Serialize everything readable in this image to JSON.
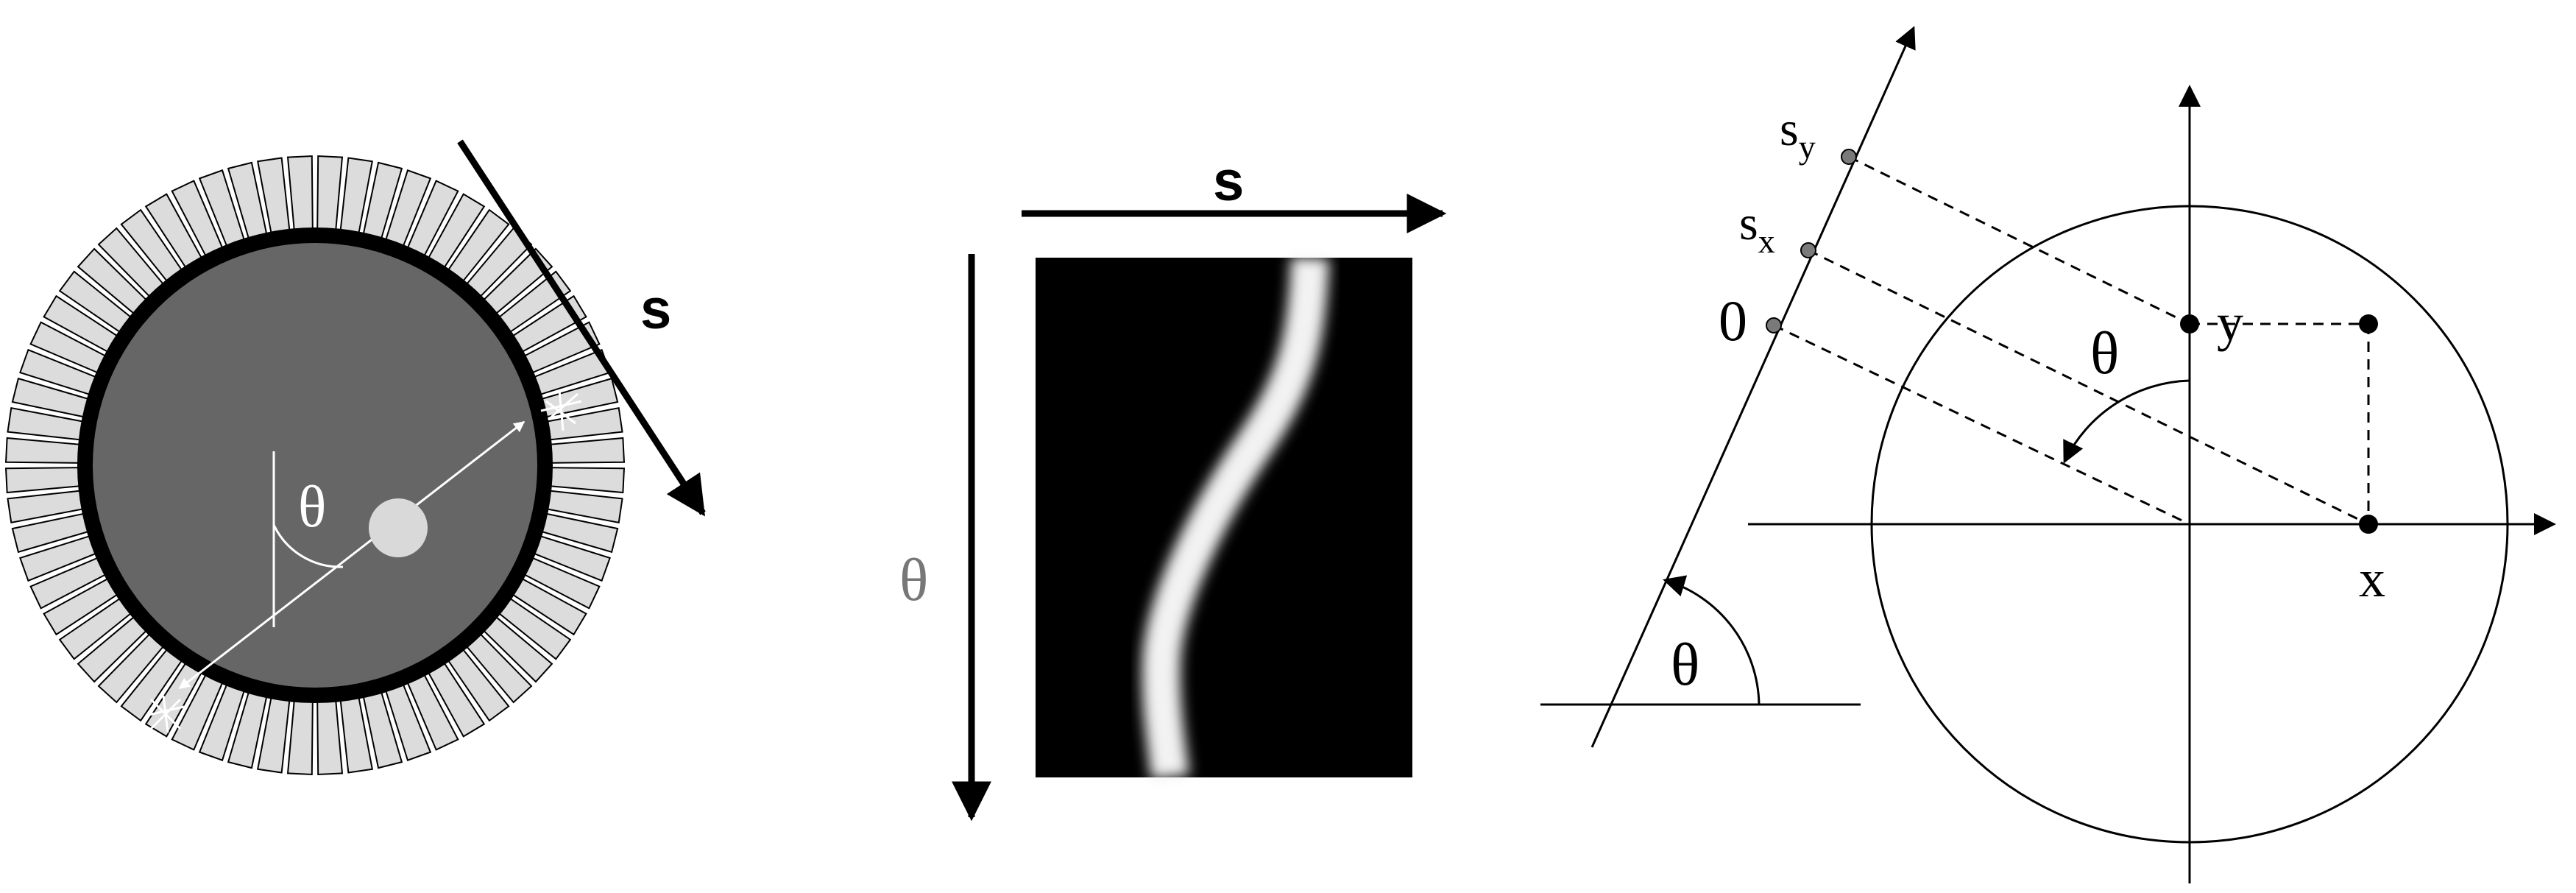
{
  "panel_pet_ring": {
    "s_label": "s",
    "theta_label": "θ"
  },
  "panel_sinogram": {
    "s_label": "s",
    "theta_label": "θ"
  },
  "panel_geometry": {
    "sy_label": {
      "base": "s",
      "sub": "y"
    },
    "sx_label": {
      "base": "s",
      "sub": "x"
    },
    "origin_label": "0",
    "y_label": "y",
    "x_label": "x",
    "theta_mid_label": "θ",
    "theta_base_label": "θ"
  },
  "colors": {
    "detector_fill": "#dcdcdc",
    "ring_black": "#000000",
    "interior_gray": "#666666",
    "source_dot": "#d9d9d9",
    "sinogram_bg": "#000000",
    "sinogram_curve": "#f2f2f2",
    "point_gray": "#7a7a7a"
  }
}
